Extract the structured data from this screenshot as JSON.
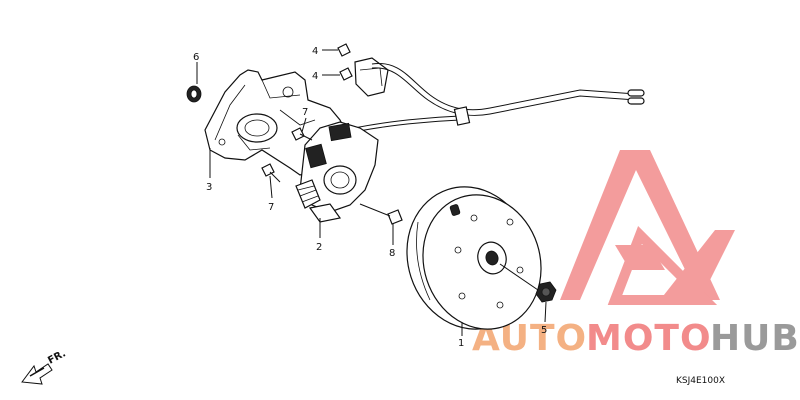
{
  "callouts": [
    {
      "id": "c1",
      "label": "1"
    },
    {
      "id": "c2",
      "label": "2"
    },
    {
      "id": "c3",
      "label": "3"
    },
    {
      "id": "c4a",
      "label": "4"
    },
    {
      "id": "c4b",
      "label": "4"
    },
    {
      "id": "c5",
      "label": "5"
    },
    {
      "id": "c6",
      "label": "6"
    },
    {
      "id": "c7a",
      "label": "7"
    },
    {
      "id": "c7b",
      "label": "7"
    },
    {
      "id": "c8",
      "label": "8"
    }
  ],
  "diagram_code": "KSJ4E100X",
  "front_arrow_label": "FR.",
  "watermark": {
    "auto": "AUTO",
    "moto": "MOTO",
    "hub": "HUB",
    "color_orange": "#f4b183",
    "color_red": "#f28b8b",
    "color_gray": "#9a9a9a"
  }
}
